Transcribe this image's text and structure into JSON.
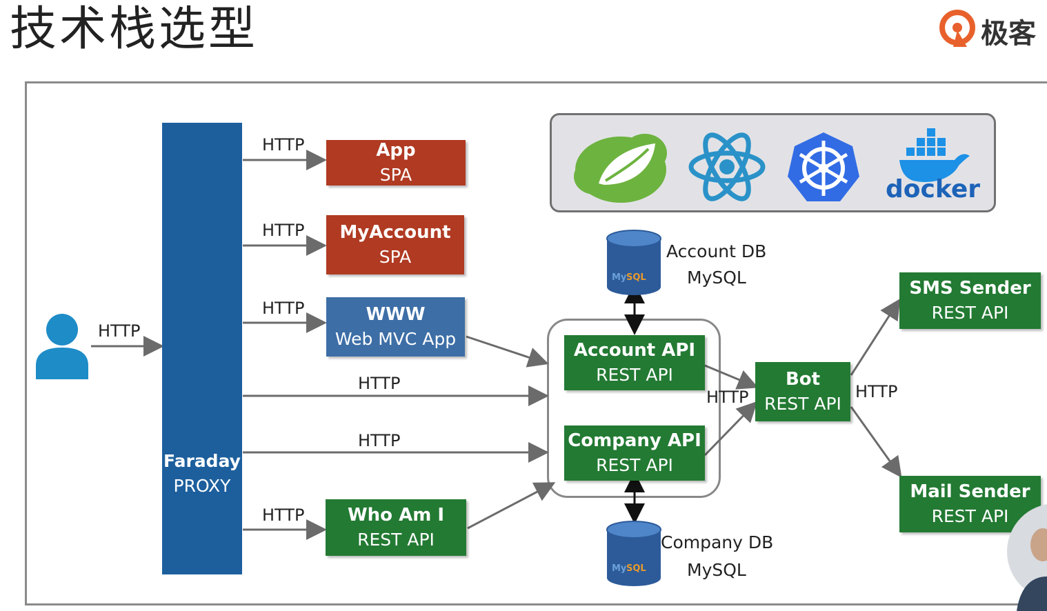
{
  "header": {
    "title": "技术栈选型",
    "brand_text": "极客"
  },
  "nodes": {
    "client_edge_label": "HTTP",
    "proxy": {
      "name": "Faraday",
      "type": "PROXY"
    },
    "app": {
      "name": "App",
      "type": "SPA",
      "edge_label": "HTTP"
    },
    "myaccount": {
      "name": "MyAccount",
      "type": "SPA",
      "edge_label": "HTTP"
    },
    "www": {
      "name": "WWW",
      "type": "Web MVC App",
      "edge_label": "HTTP"
    },
    "whoami": {
      "name": "Who Am I",
      "type": "REST API",
      "edge_label": "HTTP"
    },
    "account_api": {
      "name": "Account API",
      "type": "REST API"
    },
    "company_api": {
      "name": "Company API",
      "type": "REST API"
    },
    "bot": {
      "name": "Bot",
      "type": "REST API",
      "edge_label_in": "HTTP",
      "edge_label_out": "HTTP"
    },
    "sms": {
      "name": "SMS Sender",
      "type": "REST API"
    },
    "mail": {
      "name": "Mail Sender",
      "type": "REST API"
    },
    "account_db": {
      "name": "Account DB",
      "engine": "MySQL"
    },
    "company_db": {
      "name": "Company DB",
      "engine": "MySQL"
    },
    "direct_edge_1": "HTTP",
    "direct_edge_2": "HTTP"
  },
  "tech_stack": {
    "icons": [
      "spring-icon",
      "react-icon",
      "kubernetes-icon",
      "docker-icon"
    ],
    "docker_text": "docker"
  },
  "colors": {
    "spa_red": "#b03a22",
    "mvc_blue": "#3d6ea6",
    "api_green": "#237a33",
    "proxy_blue": "#1d5f9d",
    "user_blue": "#1e8cc7",
    "brand_orange": "#e8612c"
  }
}
